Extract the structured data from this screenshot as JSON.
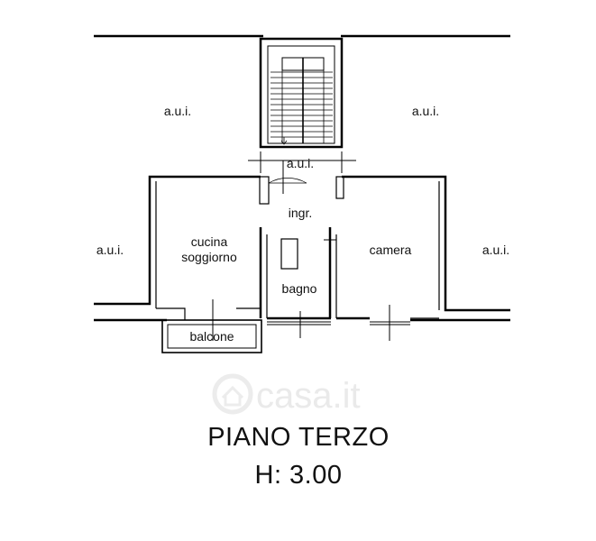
{
  "plan": {
    "rooms": {
      "aui_top_left": "a.u.i.",
      "aui_top_right": "a.u.i.",
      "aui_landing": "a.u.i.",
      "aui_left": "a.u.i.",
      "aui_right": "a.u.i.",
      "entrance": "ingr.",
      "kitchen_line1": "cucina",
      "kitchen_line2": "soggiorno",
      "bathroom": "bagno",
      "bedroom": "camera",
      "balcony": "balcone"
    },
    "floor_name": "PIANO TERZO",
    "ceiling_height": "H: 3.00"
  },
  "watermark": "casa.it"
}
